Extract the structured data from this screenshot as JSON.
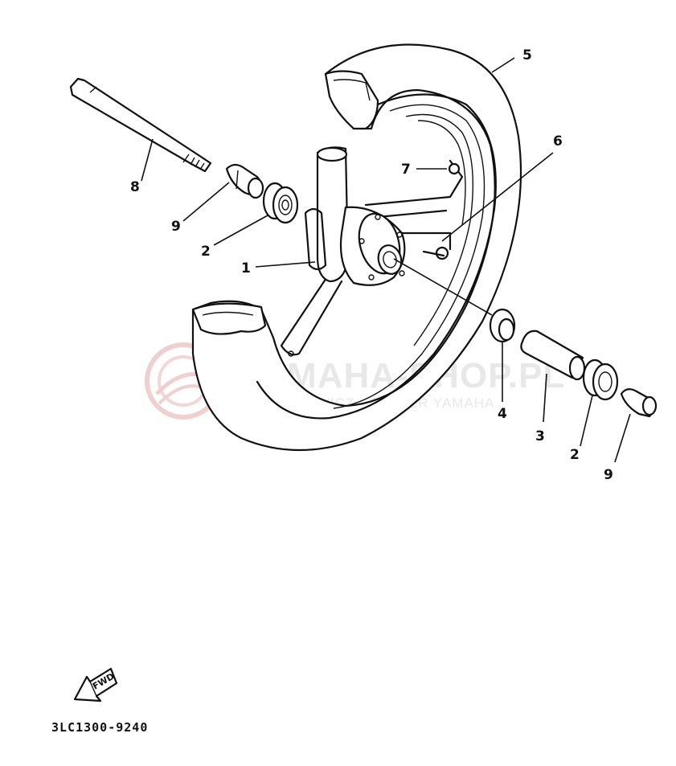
{
  "diagram": {
    "part_code": "3LC1300-9240",
    "fwd_label": "FWD",
    "watermark": {
      "title": "YAMAHA-SHOP.PL",
      "subtitle": "WSZECHOWICZ - DEALER YAMAHA",
      "color": "#e9c9c9"
    },
    "callouts": [
      {
        "id": "c1",
        "label": "1"
      },
      {
        "id": "c2a",
        "label": "2"
      },
      {
        "id": "c2b",
        "label": "2"
      },
      {
        "id": "c3",
        "label": "3"
      },
      {
        "id": "c4",
        "label": "4"
      },
      {
        "id": "c5",
        "label": "5"
      },
      {
        "id": "c6",
        "label": "6"
      },
      {
        "id": "c7",
        "label": "7"
      },
      {
        "id": "c8",
        "label": "8"
      },
      {
        "id": "c9a",
        "label": "9"
      },
      {
        "id": "c9b",
        "label": "9"
      }
    ]
  }
}
